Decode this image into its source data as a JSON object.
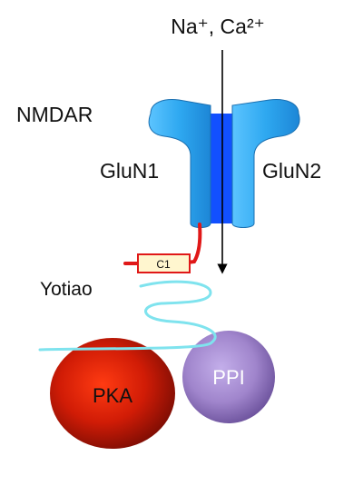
{
  "labels": {
    "ions": "Na⁺, Ca²⁺",
    "receptor": "NMDAR",
    "subunit_left": "GluN1",
    "subunit_right": "GluN2",
    "c1_domain": "C1",
    "scaffold": "Yotiao",
    "kinase": "PKA",
    "phosphatase": "PPI"
  },
  "colors": {
    "receptor_fill": "#2ea8f0",
    "pore_fill": "#1250ff",
    "c_tail": "#e01818",
    "c1_box_fill": "#fff6cf",
    "yotiao_line": "#7fe3ee",
    "pka_fill": "#c41a08",
    "ppi_fill": "#a085cc",
    "arrow": "#000000"
  }
}
